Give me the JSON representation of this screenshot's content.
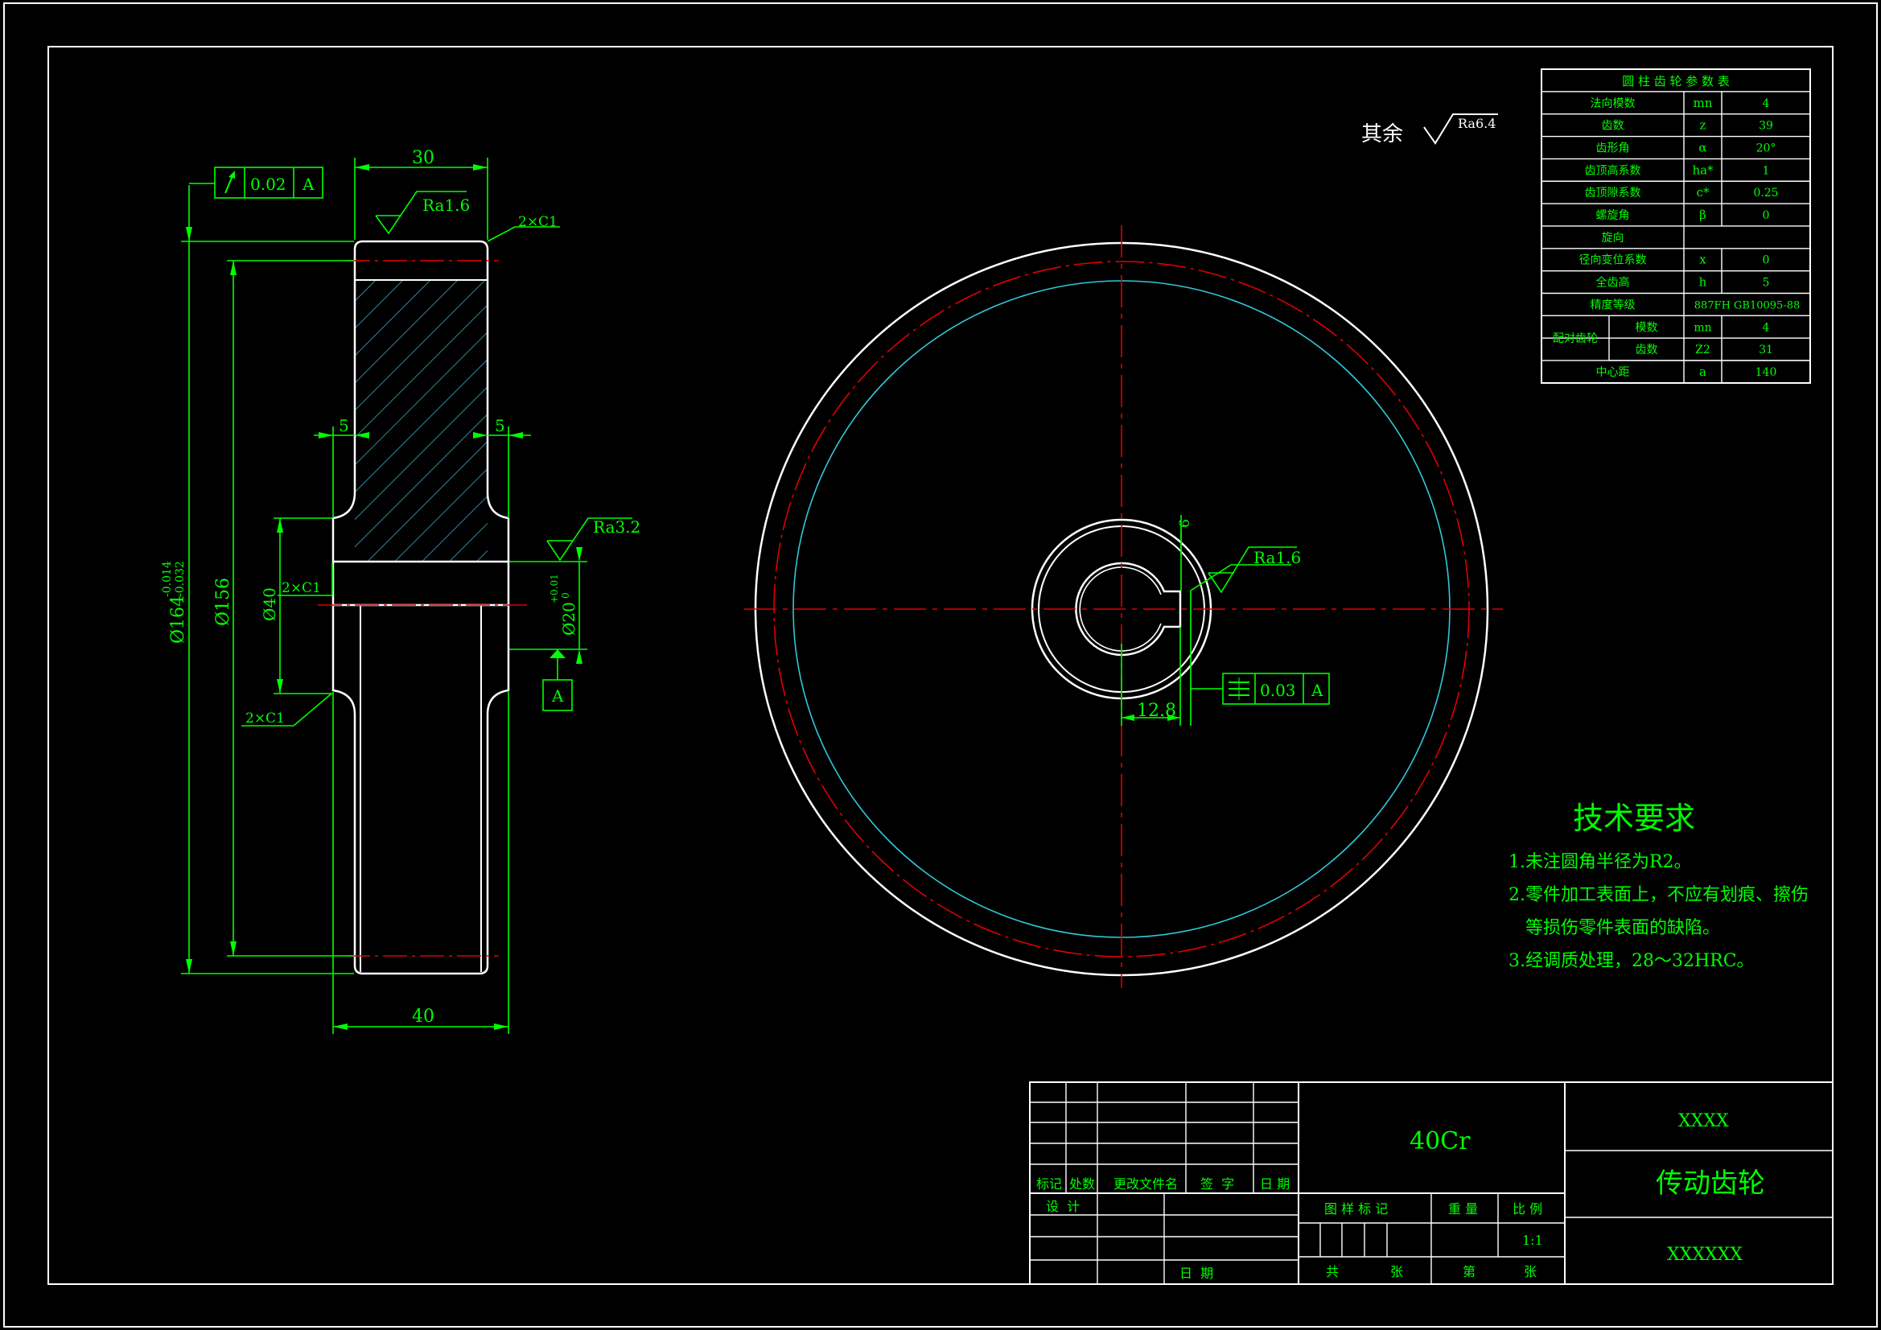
{
  "surface_note": {
    "label": "其余",
    "roughness": "Ra6.4"
  },
  "side_view": {
    "dim_width_top": "30",
    "dim_width_bottom": "40",
    "dim_groove_left": "5",
    "dim_groove_right": "5",
    "dim_outer_dia": "Ø164",
    "dim_outer_tol_upper": "-0.014",
    "dim_outer_tol_lower": "-0.032",
    "dim_pitch_dia": "Ø156",
    "dim_hub_dia": "Ø40",
    "dim_bore_dia": "Ø20",
    "dim_bore_tol_upper": "+0.01",
    "dim_bore_tol_lower": "0",
    "chamfer_top": "2×C1",
    "chamfer_mid": "2×C1",
    "chamfer_low": "2×C1",
    "roughness_top": "Ra1.6",
    "roughness_bore": "Ra3.2",
    "runout_tol": "0.02",
    "runout_datum": "A",
    "datum_label": "A"
  },
  "front_view": {
    "keyway_width": "6",
    "keyway_depth": "12.8",
    "roughness_key": "Ra1.6",
    "symmetry_tol": "0.03",
    "symmetry_datum": "A"
  },
  "param_table": {
    "title": "圆 柱 齿 轮 参 数 表",
    "rows": [
      {
        "name": "法向模数",
        "sym": "mn",
        "val": "4"
      },
      {
        "name": "齿数",
        "sym": "z",
        "val": "39"
      },
      {
        "name": "齿形角",
        "sym": "α",
        "val": "20°"
      },
      {
        "name": "齿顶高系数",
        "sym": "ha*",
        "val": "1"
      },
      {
        "name": "齿顶隙系数",
        "sym": "c*",
        "val": "0.25"
      },
      {
        "name": "螺旋角",
        "sym": "β",
        "val": "0"
      },
      {
        "name": "旋向",
        "sym": "",
        "val": ""
      },
      {
        "name": "径向变位系数",
        "sym": "x",
        "val": "0"
      },
      {
        "name": "全齿高",
        "sym": "h",
        "val": "5"
      },
      {
        "name": "精度等级",
        "sym": "",
        "val": "887FH GB10095-88"
      }
    ],
    "mating_label": "配对齿轮",
    "mating_rows": [
      {
        "name": "模数",
        "sym": "mn",
        "val": "4"
      },
      {
        "name": "齿数",
        "sym": "Z2",
        "val": "31"
      }
    ],
    "center_row": {
      "name": "中心距",
      "sym": "a",
      "val": "140"
    }
  },
  "tech_req": {
    "title": "技术要求",
    "lines": [
      "1.未注圆角半径为R2。",
      "2.零件加工表面上，不应有划痕、擦伤",
      "   等损伤零件表面的缺陷。",
      "3.经调质处理，28～32HRC。"
    ]
  },
  "title_block": {
    "material": "40Cr",
    "company": "XXXX",
    "part_name": "传动齿轮",
    "drawing_no": "XXXXXX",
    "rev_headers": [
      "标记",
      "处数",
      "更改文件名",
      "签  字",
      "日 期"
    ],
    "design": "设  计",
    "date": "日  期",
    "drawing_mark": "图 样 标 记",
    "weight": "重 量",
    "scale_label": "比 例",
    "scale": "1:1",
    "total": "共",
    "sheets": "张",
    "sheet_no": "第",
    "sheet_unit": "张"
  }
}
